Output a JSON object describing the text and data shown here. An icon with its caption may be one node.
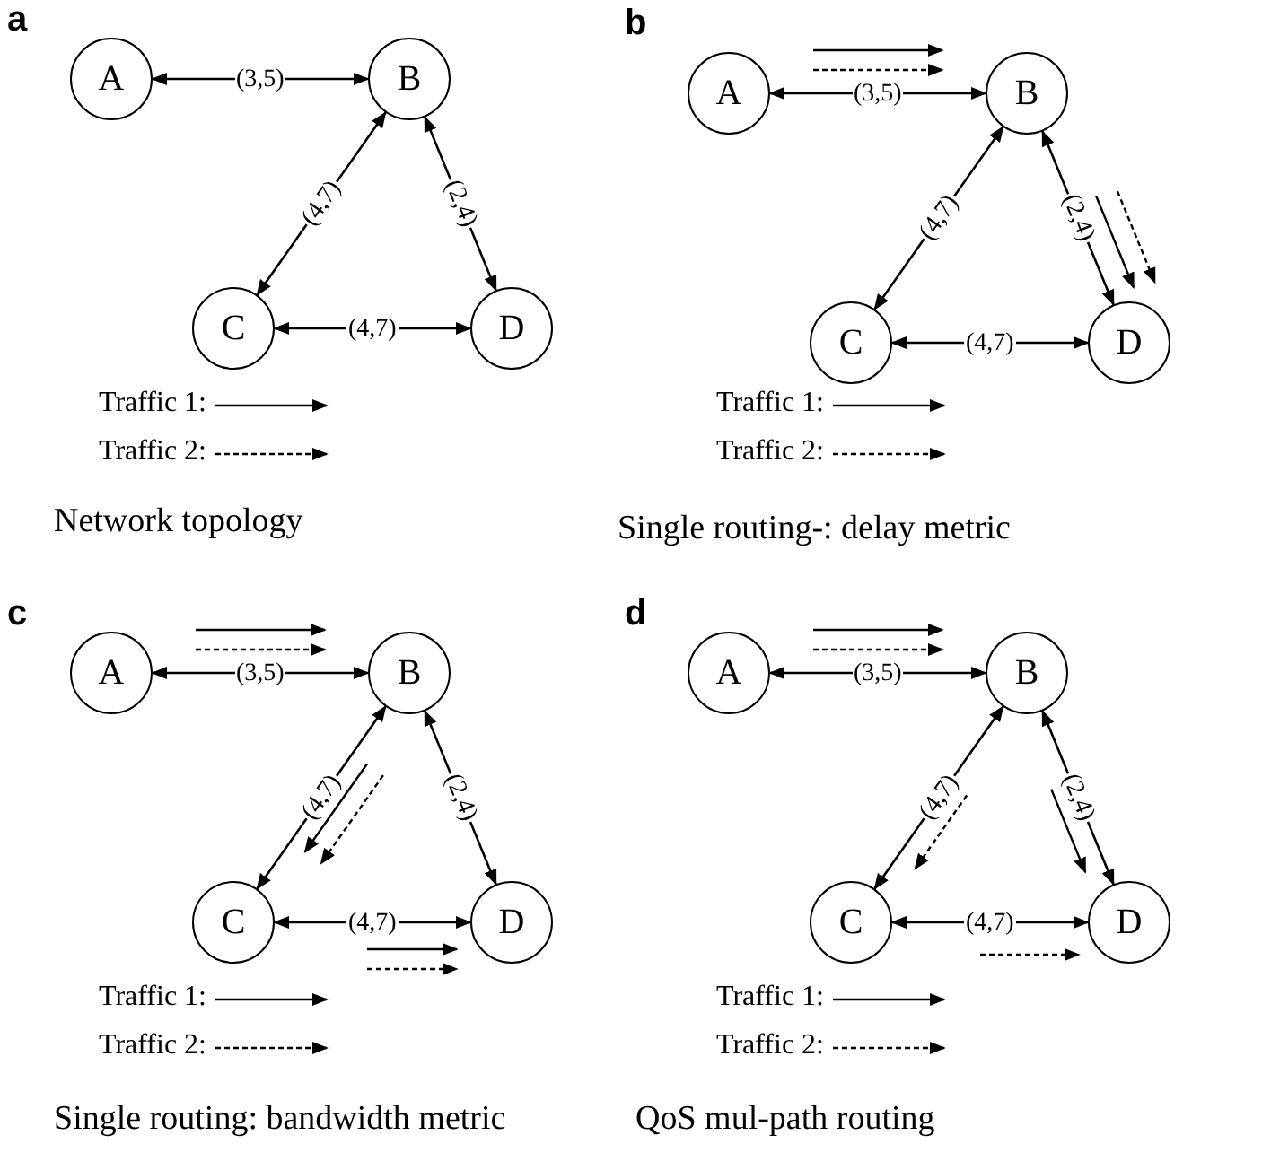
{
  "diagram": {
    "nodes": [
      {
        "text": [
          "A"
        ]
      },
      {
        "text": [
          "B"
        ]
      },
      {
        "text": [
          "C"
        ]
      },
      {
        "text": [
          "D"
        ]
      },
      {
        "text": [
          "A"
        ]
      },
      {
        "text": [
          "B"
        ]
      },
      {
        "text": [
          "C"
        ]
      },
      {
        "text": [
          "D"
        ]
      },
      {
        "text": [
          "A"
        ]
      },
      {
        "text": [
          "B"
        ]
      },
      {
        "text": [
          "C"
        ]
      },
      {
        "text": [
          "D"
        ]
      },
      {
        "text": [
          "A"
        ]
      },
      {
        "text": [
          "B"
        ]
      },
      {
        "text": [
          "C"
        ]
      },
      {
        "text": [
          "D"
        ]
      }
    ],
    "edges": [
      {
        "from": 0,
        "to": 1,
        "arrow": "both",
        "label": "(3,5)"
      },
      {
        "from": 1,
        "to": 2,
        "arrow": "both",
        "label": "(4,7)"
      },
      {
        "from": 1,
        "to": 3,
        "arrow": "both",
        "label": "(2,4)"
      },
      {
        "from": 2,
        "to": 3,
        "arrow": "both",
        "label": "(4,7)"
      },
      {
        "from": 4,
        "to": 5,
        "arrow": "both",
        "label": "(3,5)"
      },
      {
        "from": 5,
        "to": 6,
        "arrow": "both",
        "label": "(4,7)"
      },
      {
        "from": 5,
        "to": 7,
        "arrow": "both",
        "label": "(2,4)"
      },
      {
        "from": 6,
        "to": 7,
        "arrow": "both",
        "label": "(4,7)"
      },
      {
        "from": 8,
        "to": 9,
        "arrow": "both",
        "label": "(3,5)"
      },
      {
        "from": 9,
        "to": 10,
        "arrow": "both",
        "label": "(4,7)"
      },
      {
        "from": 9,
        "to": 11,
        "arrow": "both",
        "label": "(2,4)"
      },
      {
        "from": 10,
        "to": 11,
        "arrow": "both",
        "label": "(4,7)"
      },
      {
        "from": 12,
        "to": 13,
        "arrow": "both",
        "label": "(3,5)"
      },
      {
        "from": 13,
        "to": 14,
        "arrow": "both",
        "label": "(4,7)"
      },
      {
        "from": 13,
        "to": 15,
        "arrow": "both",
        "label": "(2,4)"
      },
      {
        "from": 14,
        "to": 15,
        "arrow": "both",
        "label": "(4,7)"
      }
    ],
    "labels": [
      "a",
      "b",
      "Network topology",
      "Single routing-: delay metric",
      "c",
      "d",
      "Single routing: bandwidth metric",
      "QoS mul-path routing"
    ],
    "legend": [
      {
        "text": "Traffic 1:"
      },
      {
        "text": "Traffic 2:"
      },
      {
        "text": "Traffic 1:"
      },
      {
        "text": "Traffic 2:"
      },
      {
        "text": "Traffic 1:"
      },
      {
        "text": "Traffic 2:"
      },
      {
        "text": "Traffic 1:"
      },
      {
        "text": "Traffic 2:"
      }
    ]
  }
}
